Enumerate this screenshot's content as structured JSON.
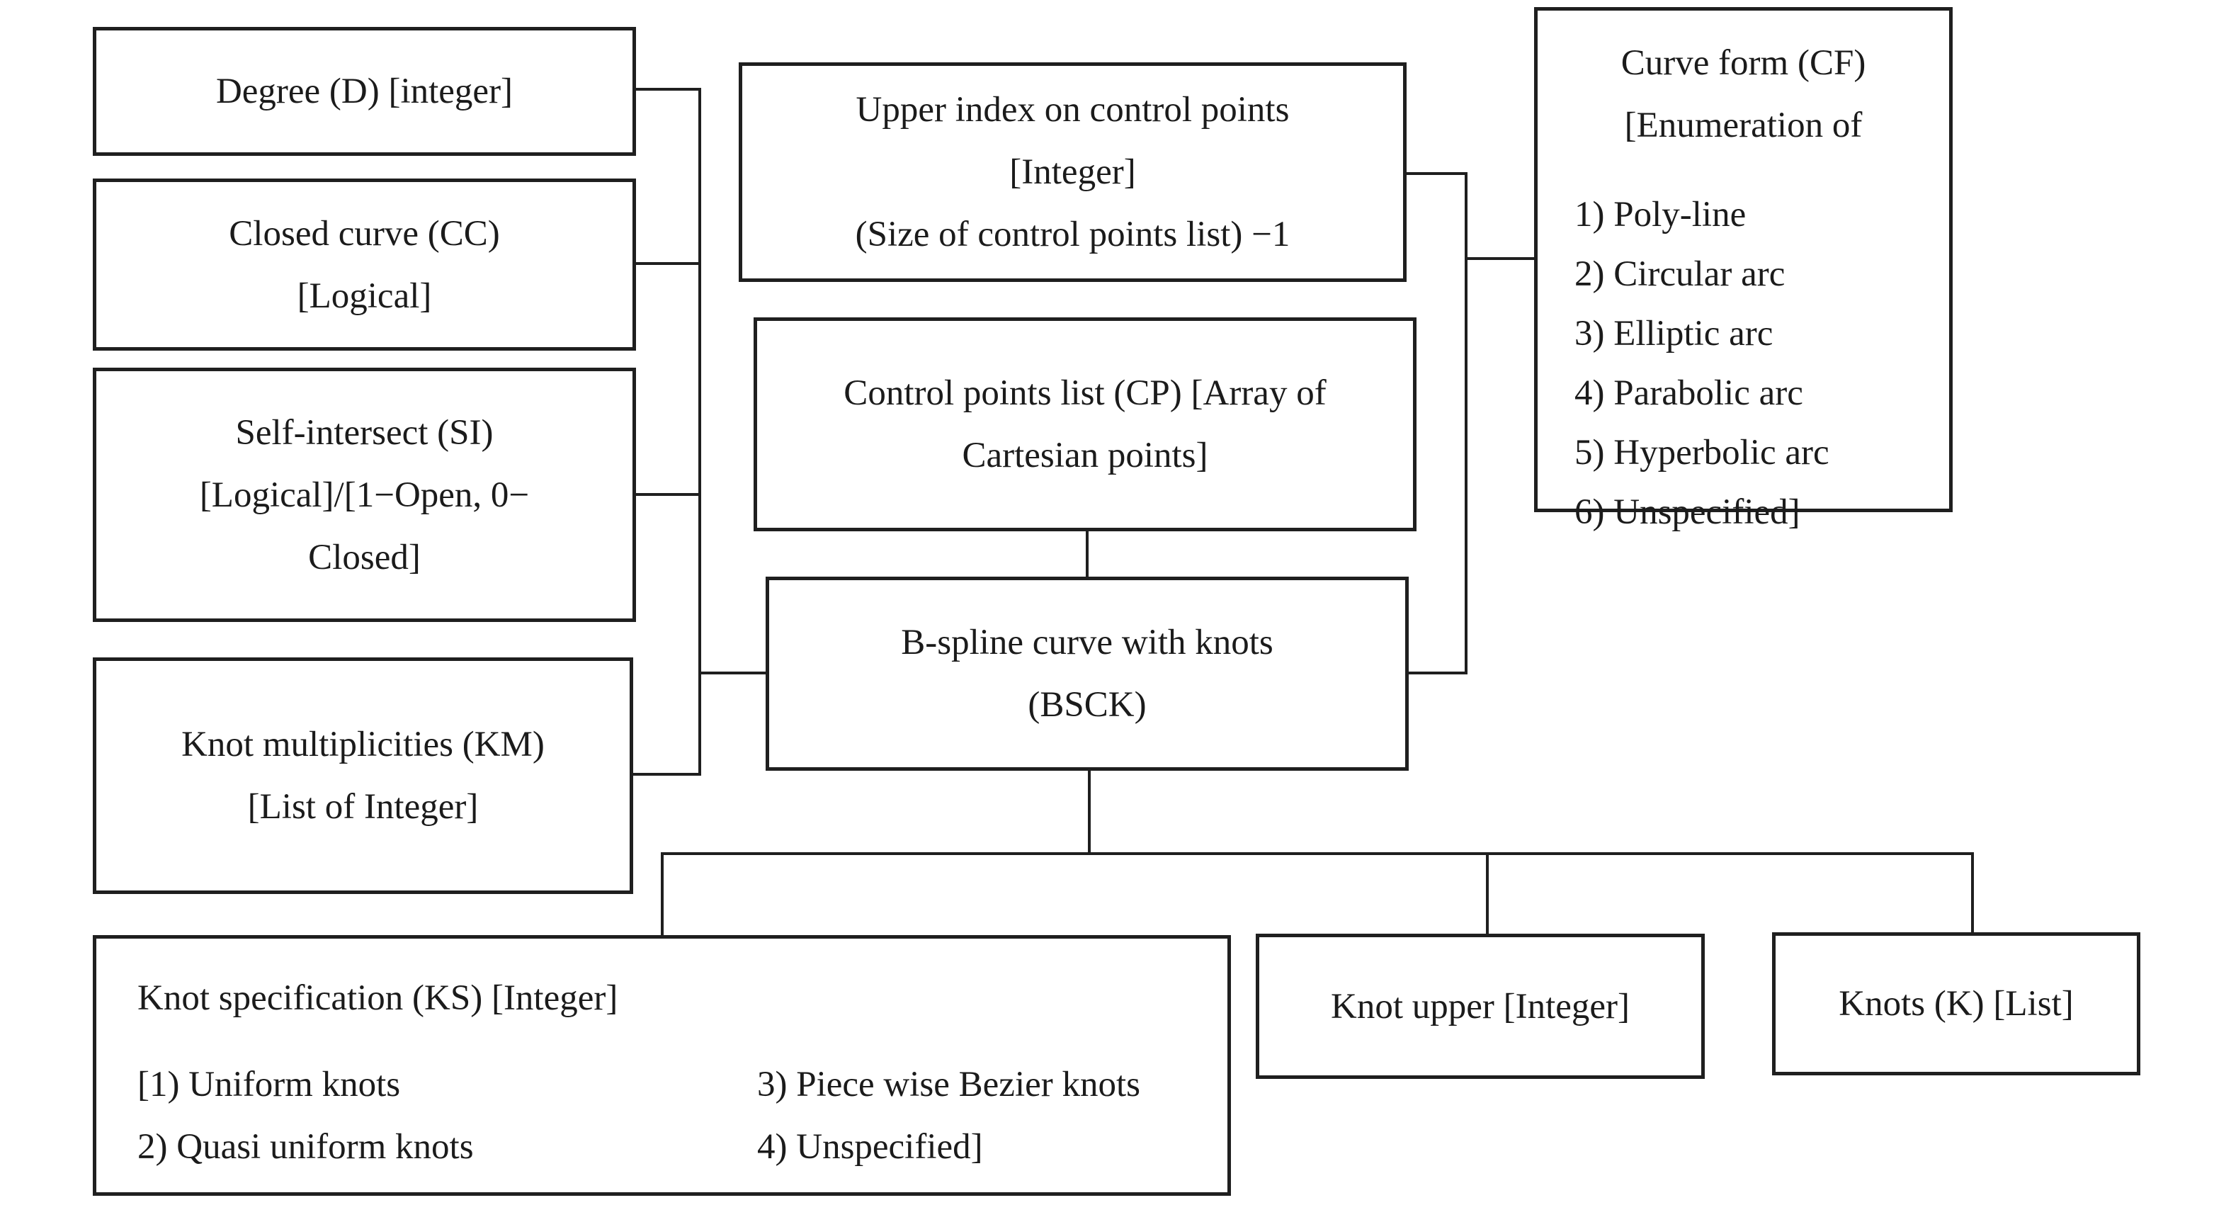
{
  "diagram": {
    "boxes": {
      "degree": {
        "label": "Degree (D) [integer]"
      },
      "closed_curve": {
        "line1": "Closed curve (CC)",
        "line2": "[Logical]"
      },
      "self_intersect": {
        "line1": "Self-intersect (SI)",
        "line2": "[Logical]/[1−Open, 0−",
        "line3": "Closed]"
      },
      "knot_multiplicities": {
        "line1": "Knot multiplicities (KM)",
        "line2": "[List of Integer]"
      },
      "upper_index": {
        "line1": "Upper index on control points",
        "line2": "[Integer]",
        "line3": "(Size of control points list) −1"
      },
      "control_points": {
        "line1": "Control points list (CP) [Array of",
        "line2": "Cartesian points]"
      },
      "bsck": {
        "line1": "B-spline curve with knots",
        "line2": "(BSCK)"
      },
      "curve_form": {
        "title1": "Curve form (CF)",
        "title2": "[Enumeration of",
        "items": [
          "1) Poly-line",
          "2) Circular arc",
          "3) Elliptic arc",
          "4) Parabolic arc",
          "5) Hyperbolic arc",
          "6) Unspecified]"
        ]
      },
      "knot_specification": {
        "title": "Knot specification (KS) [Integer]",
        "cells": [
          "[1) Uniform knots",
          "3) Piece wise Bezier knots",
          "2) Quasi uniform knots",
          "4) Unspecified]"
        ]
      },
      "knot_upper": {
        "label": "Knot upper [Integer]"
      },
      "knots": {
        "label": "Knots (K) [List]"
      }
    }
  }
}
